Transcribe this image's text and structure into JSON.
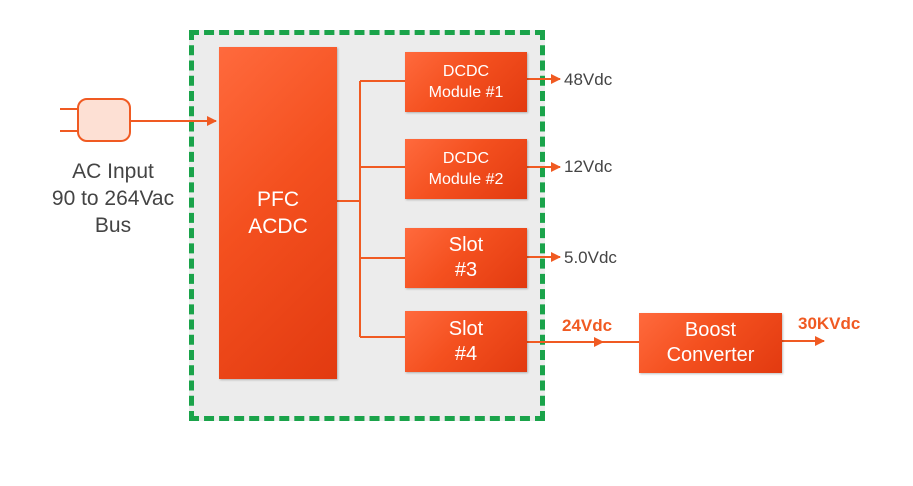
{
  "input": {
    "label": "AC Input\n90 to 264Vac\nBus"
  },
  "pfc": {
    "label": "PFC\nACDC"
  },
  "modules": [
    {
      "label": "DCDC\nModule #1",
      "output": "48Vdc"
    },
    {
      "label": "DCDC\nModule #2",
      "output": "12Vdc"
    },
    {
      "label": "Slot\n#3",
      "output": "5.0Vdc"
    },
    {
      "label": "Slot\n#4",
      "output": "24Vdc"
    }
  ],
  "boost": {
    "label": "Boost\nConverter",
    "output": "30KVdc"
  },
  "colors": {
    "accent": "#f05a22",
    "boundary": "#1aa34a",
    "panel": "#ececec",
    "text": "#444444"
  }
}
